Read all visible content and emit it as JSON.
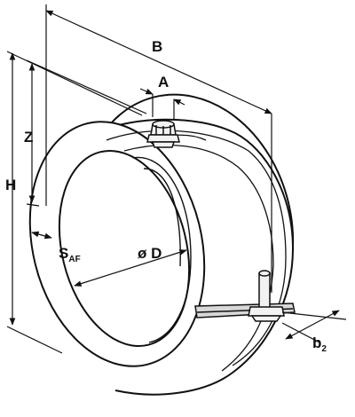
{
  "diagram": {
    "labels": {
      "b": "B",
      "a": "A",
      "z": "Z",
      "h": "H",
      "s": "S",
      "s_sub": "AF",
      "d": "ø D",
      "b2": "b",
      "b2_sub": "2"
    },
    "colors": {
      "line": "#111111",
      "background": "#ffffff",
      "clamp_shade": "#d8d8d8",
      "bolt_fill": "#f2f2f2"
    }
  }
}
